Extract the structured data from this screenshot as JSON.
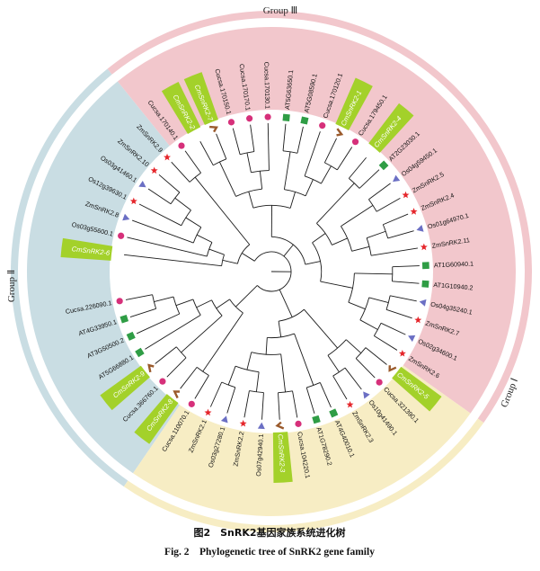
{
  "figure": {
    "groups": [
      {
        "name": "Group Ⅲ",
        "color": "#c9dde3"
      },
      {
        "name": "Group Ⅱ",
        "color": "#f7edc4"
      },
      {
        "name": "Group Ⅰ",
        "color": "#f2c7cc"
      }
    ],
    "highlight_color": "#a3d12a",
    "caption_cn": "图2　SnRK2基因家族系统进化树",
    "caption_en": "Fig. 2　Phylogenetic tree of SnRK2 gene family"
  },
  "leaves": [
    {
      "label": "CmSnRK2-6",
      "marker": "none",
      "highlight": true
    },
    {
      "label": "Os03g55600.1",
      "marker": "circle"
    },
    {
      "label": "ZmSnRK2.8",
      "marker": "triangle"
    },
    {
      "label": "Os12g39630.1",
      "marker": "star"
    },
    {
      "label": "Os03g41460.1",
      "marker": "triangle"
    },
    {
      "label": "ZmSnRK2.10",
      "marker": "star"
    },
    {
      "label": "ZmSnRK2.9",
      "marker": "star"
    },
    {
      "label": "Cucsa.170140.1",
      "marker": "circle"
    },
    {
      "label": "CmSnRK2-2",
      "marker": "none",
      "highlight": true
    },
    {
      "label": "CmSnRK2-7",
      "marker": "hook",
      "highlight": true
    },
    {
      "label": "Cucsa.170150.1",
      "marker": "circle"
    },
    {
      "label": "Cucsa.170170.1",
      "marker": "circle"
    },
    {
      "label": "Cucsa.170130.1",
      "marker": "circle"
    },
    {
      "label": "AT5G63650.1",
      "marker": "square"
    },
    {
      "label": "AT5G08590.1",
      "marker": "square"
    },
    {
      "label": "Cucsa.170120.1",
      "marker": "circle"
    },
    {
      "label": "CmSnRK2-1",
      "marker": "hook",
      "highlight": true
    },
    {
      "label": "Cucsa.179450.1",
      "marker": "circle"
    },
    {
      "label": "CmSnRK2-4",
      "marker": "none",
      "highlight": true
    },
    {
      "label": "AT2G23030.1",
      "marker": "square"
    },
    {
      "label": "Os04g59450.1",
      "marker": "triangle"
    },
    {
      "label": "ZmSnRK2.5",
      "marker": "star"
    },
    {
      "label": "ZmSnRK2.4",
      "marker": "star"
    },
    {
      "label": "Os01g64970.1",
      "marker": "triangle"
    },
    {
      "label": "ZmSnRK2.11",
      "marker": "star"
    },
    {
      "label": "AT1G60940.1",
      "marker": "square"
    },
    {
      "label": "AT1G10940.2",
      "marker": "square"
    },
    {
      "label": "Os04g35240.1",
      "marker": "triangle"
    },
    {
      "label": "ZmSnRK2.7",
      "marker": "star"
    },
    {
      "label": "Os02g34600.1",
      "marker": "triangle"
    },
    {
      "label": "ZmSnRK2.6",
      "marker": "star"
    },
    {
      "label": "CmSnRK2-5",
      "marker": "hook",
      "highlight": true
    },
    {
      "label": "Cucsa.321390.1",
      "marker": "circle"
    },
    {
      "label": "Os10g41490.1",
      "marker": "triangle"
    },
    {
      "label": "ZmSnRK2.3",
      "marker": "star"
    },
    {
      "label": "AT4G40010.1",
      "marker": "square"
    },
    {
      "label": "AT1G78290.2",
      "marker": "square"
    },
    {
      "label": "Cucsa.104220.1",
      "marker": "circle"
    },
    {
      "label": "CmSnRK2-3",
      "marker": "hook",
      "highlight": true
    },
    {
      "label": "Os07g42940.1",
      "marker": "triangle"
    },
    {
      "label": "ZmSnRK2.2",
      "marker": "star"
    },
    {
      "label": "Os03g27280.1",
      "marker": "triangle"
    },
    {
      "label": "ZmSnRK2.1",
      "marker": "star"
    },
    {
      "label": "Cucsa.110070.1",
      "marker": "circle"
    },
    {
      "label": "CmSnRK2-8",
      "marker": "hook",
      "highlight": true
    },
    {
      "label": "Cucsa.366760.1",
      "marker": "circle"
    },
    {
      "label": "CmSnRK2-9",
      "marker": "hook",
      "highlight": true
    },
    {
      "label": "AT5G66880.1",
      "marker": "square"
    },
    {
      "label": "AT3G50500.2",
      "marker": "square"
    },
    {
      "label": "AT4G33950.1",
      "marker": "square"
    },
    {
      "label": "Cucsa.226090.1",
      "marker": "circle"
    }
  ]
}
